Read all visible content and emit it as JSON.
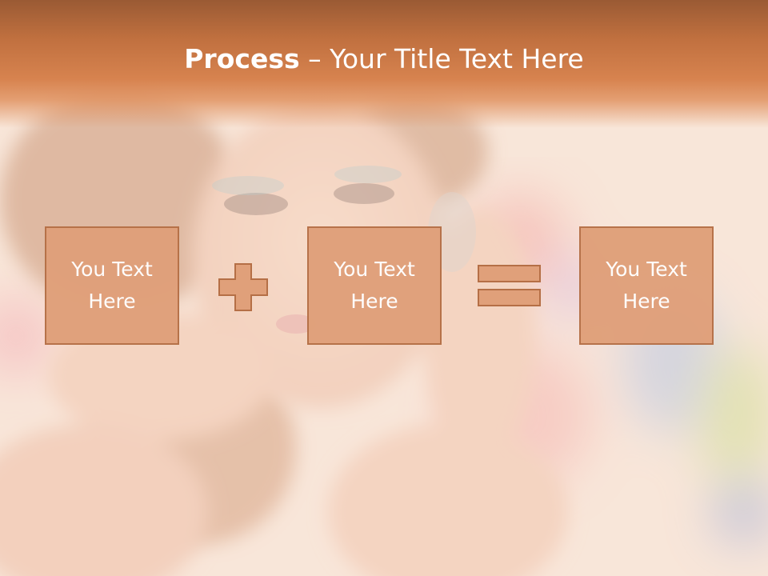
{
  "slide": {
    "title_bold": "Process",
    "title_rest": " – Your Title Text Here",
    "boxes": [
      {
        "text": "You Text Here"
      },
      {
        "text": "You Text Here"
      },
      {
        "text": "You Text Here"
      }
    ],
    "operators": [
      "plus-icon",
      "equals-icon"
    ]
  },
  "colors": {
    "header": "#c0703f",
    "box_fill": "#e0a07a",
    "box_border": "#b56f46",
    "text": "#ffffff"
  }
}
